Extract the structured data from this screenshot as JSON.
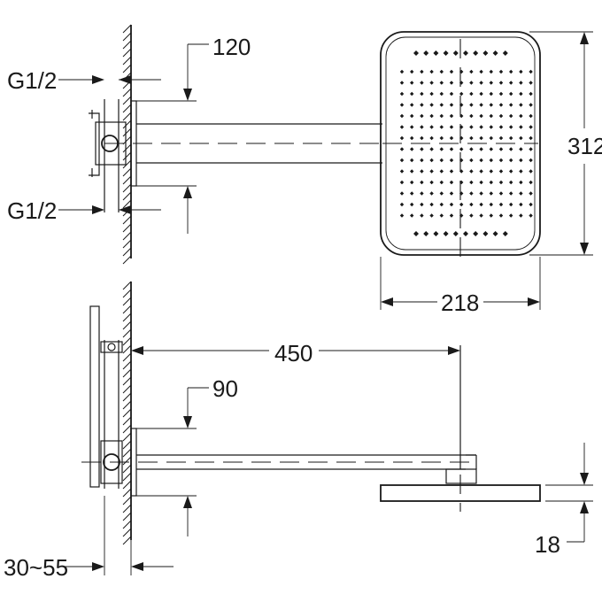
{
  "labels": {
    "g12_top": "G1/2",
    "g12_bottom": "G1/2",
    "dim_120": "120",
    "dim_312": "312",
    "dim_218": "218",
    "dim_450": "450",
    "dim_90": "90",
    "dim_18": "18",
    "dim_30_55": "30~55"
  },
  "colors": {
    "line": "#1a1a1a",
    "background": "#ffffff"
  }
}
